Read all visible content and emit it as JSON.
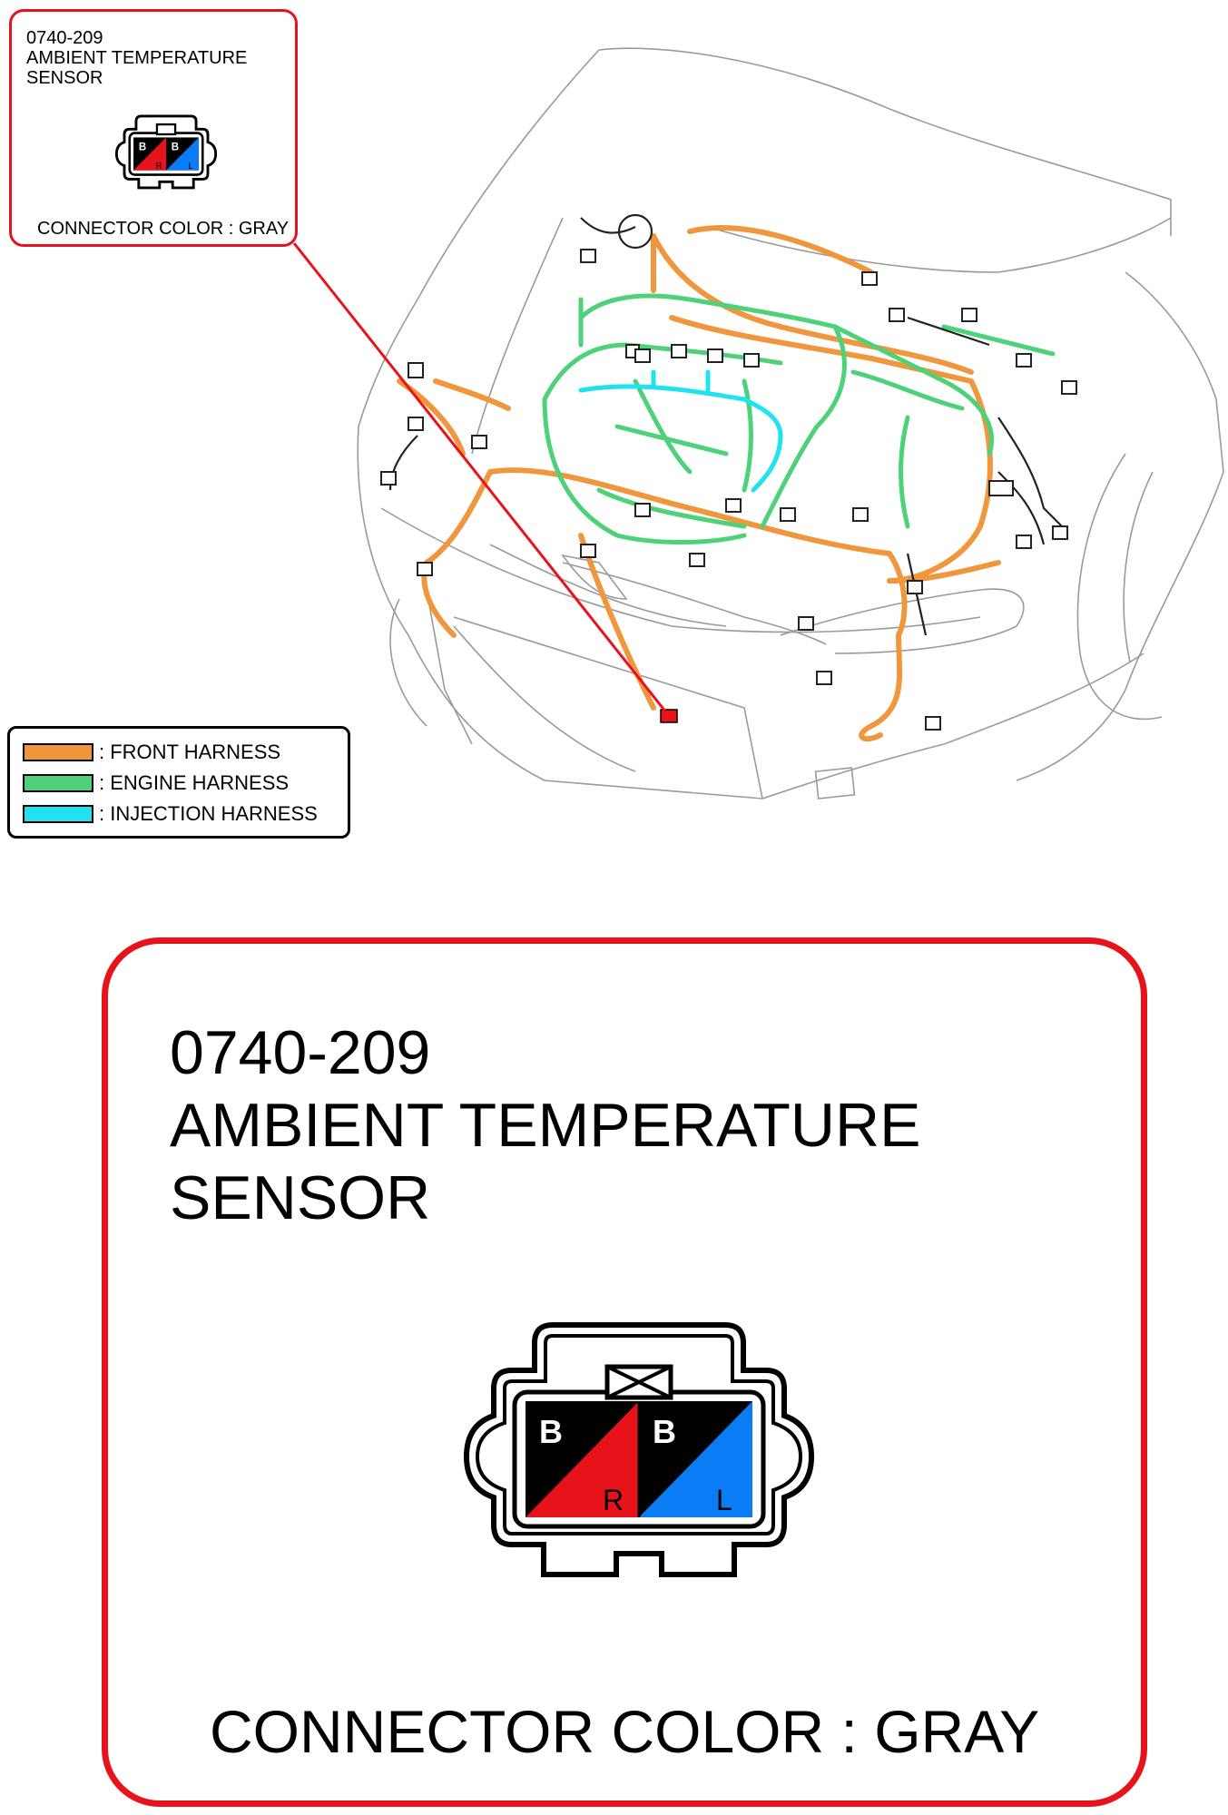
{
  "connector": {
    "code": "0740-209",
    "name": "AMBIENT TEMPERATURE SENSOR",
    "color_text": "CONNECTOR COLOR : GRAY",
    "pins": [
      {
        "top": "B",
        "bottom": "R",
        "fill": "#e8121b"
      },
      {
        "top": "B",
        "bottom": "L",
        "fill": "#0a7cf5"
      }
    ],
    "callout_color": "#e8121b"
  },
  "legend": {
    "items": [
      {
        "label": ": FRONT HARNESS",
        "color": "#f0963c"
      },
      {
        "label": ": ENGINE HARNESS",
        "color": "#4fd179"
      },
      {
        "label": ": INJECTION HARNESS",
        "color": "#20e2f0"
      }
    ]
  }
}
